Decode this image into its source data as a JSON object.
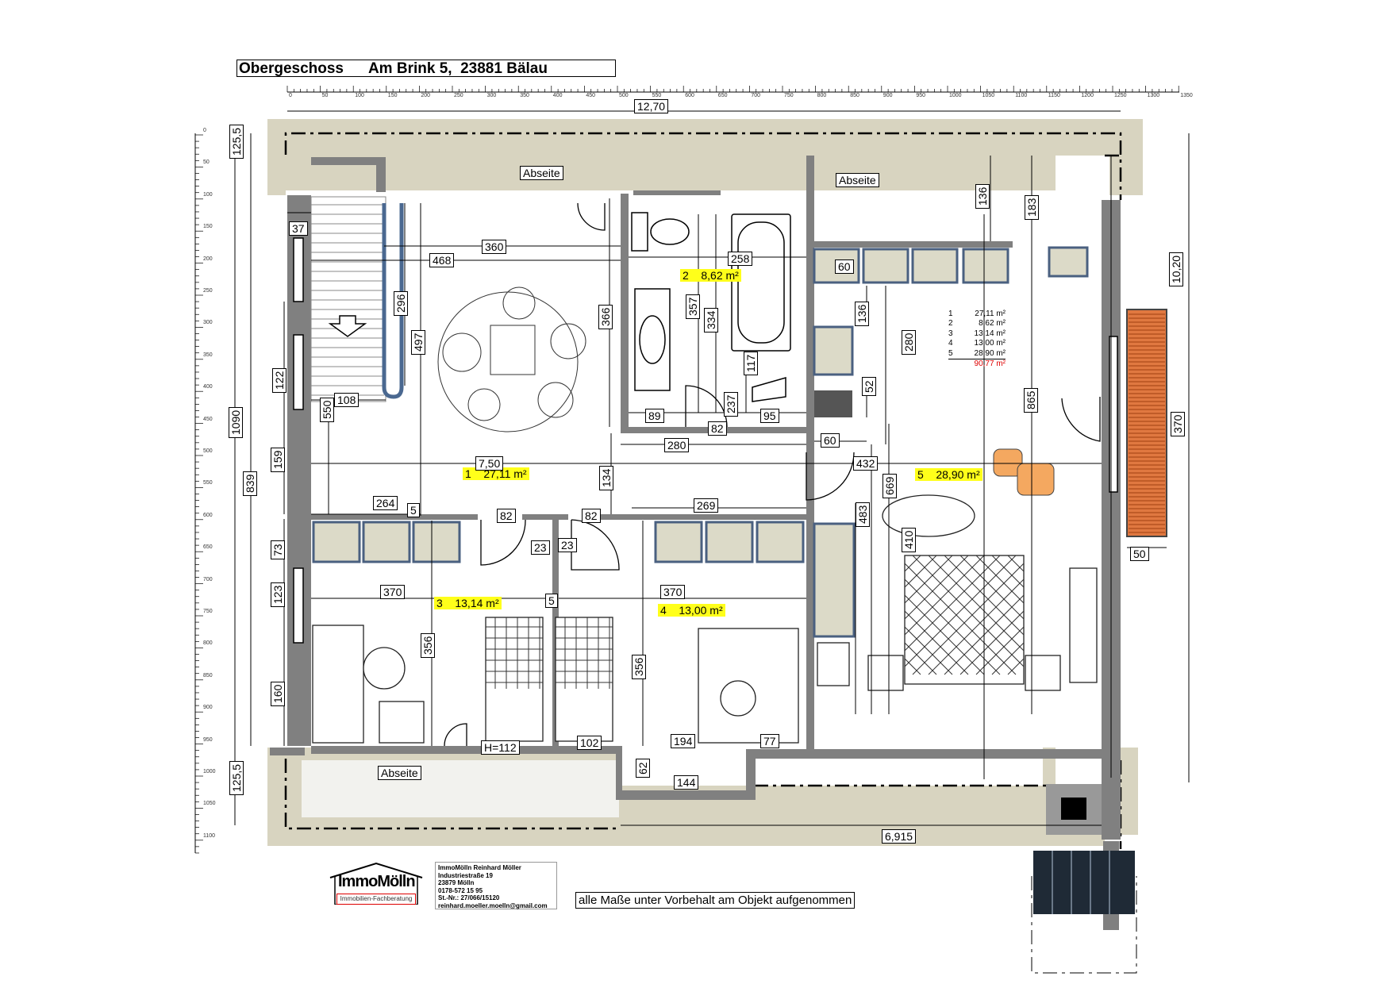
{
  "title": "Obergeschoss      Am Brink 5,  23881 Bälau",
  "rooms": [
    {
      "id": "1",
      "area": "27,11 m²"
    },
    {
      "id": "2",
      "area": "8,62 m²"
    },
    {
      "id": "3",
      "area": "13,14 m²"
    },
    {
      "id": "4",
      "area": "13,00 m²"
    },
    {
      "id": "5",
      "area": "28,90 m²"
    }
  ],
  "legend": {
    "rows": [
      {
        "n": "1",
        "v": "27,11 m²"
      },
      {
        "n": "2",
        "v": "8,62 m²"
      },
      {
        "n": "3",
        "v": "13,14 m²"
      },
      {
        "n": "4",
        "v": "13,00 m²"
      },
      {
        "n": "5",
        "v": "28,90 m²"
      }
    ],
    "total": "90,77 m²"
  },
  "labels": {
    "abseite": "Abseite",
    "h112": "H=112"
  },
  "dims": {
    "total_width": "12,70",
    "total_height": "10,20",
    "d125a": "125,5",
    "d125b": "125,5",
    "d1090": "1090",
    "d839": "839",
    "d136a": "136",
    "d183": "183",
    "d37": "37",
    "d360": "360",
    "d468": "468",
    "d296": "296",
    "d497": "497",
    "d366": "366",
    "d258": "258",
    "d357": "357",
    "d334": "334",
    "d60a": "60",
    "d136b": "136",
    "d280a": "280",
    "d122": "122",
    "d108": "108",
    "d550": "550",
    "d117": "117",
    "d52": "52",
    "d89": "89",
    "d237": "237",
    "d95": "95",
    "d82a": "82",
    "d280b": "280",
    "d60b": "60",
    "d750": "7,50",
    "d432": "432",
    "d865": "865",
    "d370v": "370",
    "d159": "159",
    "d134": "134",
    "d669": "669",
    "d483": "483",
    "d264": "264",
    "d5a": "5",
    "d82b": "82",
    "d82c": "82",
    "d269": "269",
    "d410": "410",
    "d73": "73",
    "d23a": "23",
    "d23b": "23",
    "d50": "50",
    "d123": "123",
    "d370a": "370",
    "d5b": "5",
    "d370b": "370",
    "d356a": "356",
    "d356b": "356",
    "d160": "160",
    "d102": "102",
    "d194": "194",
    "d77": "77",
    "d62": "62",
    "d144": "144",
    "d6915": "6,915"
  },
  "company": {
    "name": "ImmoMölln",
    "person": "ImmoMölln   Reinhard Möller",
    "street": "Industriestraße 19",
    "city": "23879 Mölln",
    "phone": "0178-572 15 95",
    "tax": "St.-Nr.:   27/066/15120",
    "email": "reinhard.moeller.moelln@gmail.com",
    "logo_text": "ImmoMölln",
    "logo_sub": "Immobilien-Fachberatung"
  },
  "note": "alle Maße unter Vorbehalt am Objekt aufgenommen",
  "ruler_h": [
    "0",
    "50",
    "100",
    "150",
    "200",
    "250",
    "300",
    "350",
    "400",
    "450",
    "500",
    "550",
    "600",
    "650",
    "700",
    "750",
    "800",
    "850",
    "900",
    "950",
    "1000",
    "1050",
    "1100",
    "1150",
    "1200",
    "1250",
    "1300",
    "1350"
  ],
  "ruler_v": [
    "0",
    "50",
    "100",
    "150",
    "200",
    "250",
    "300",
    "350",
    "400",
    "450",
    "500",
    "550",
    "600",
    "650",
    "700",
    "750",
    "800",
    "850",
    "900",
    "950",
    "1000",
    "1050",
    "1100"
  ],
  "colors": {
    "wall": "#808080",
    "eave": "#d8d4c0",
    "highlight": "#ffff1a",
    "balcony": "#e07840",
    "window": "#4a6080"
  }
}
